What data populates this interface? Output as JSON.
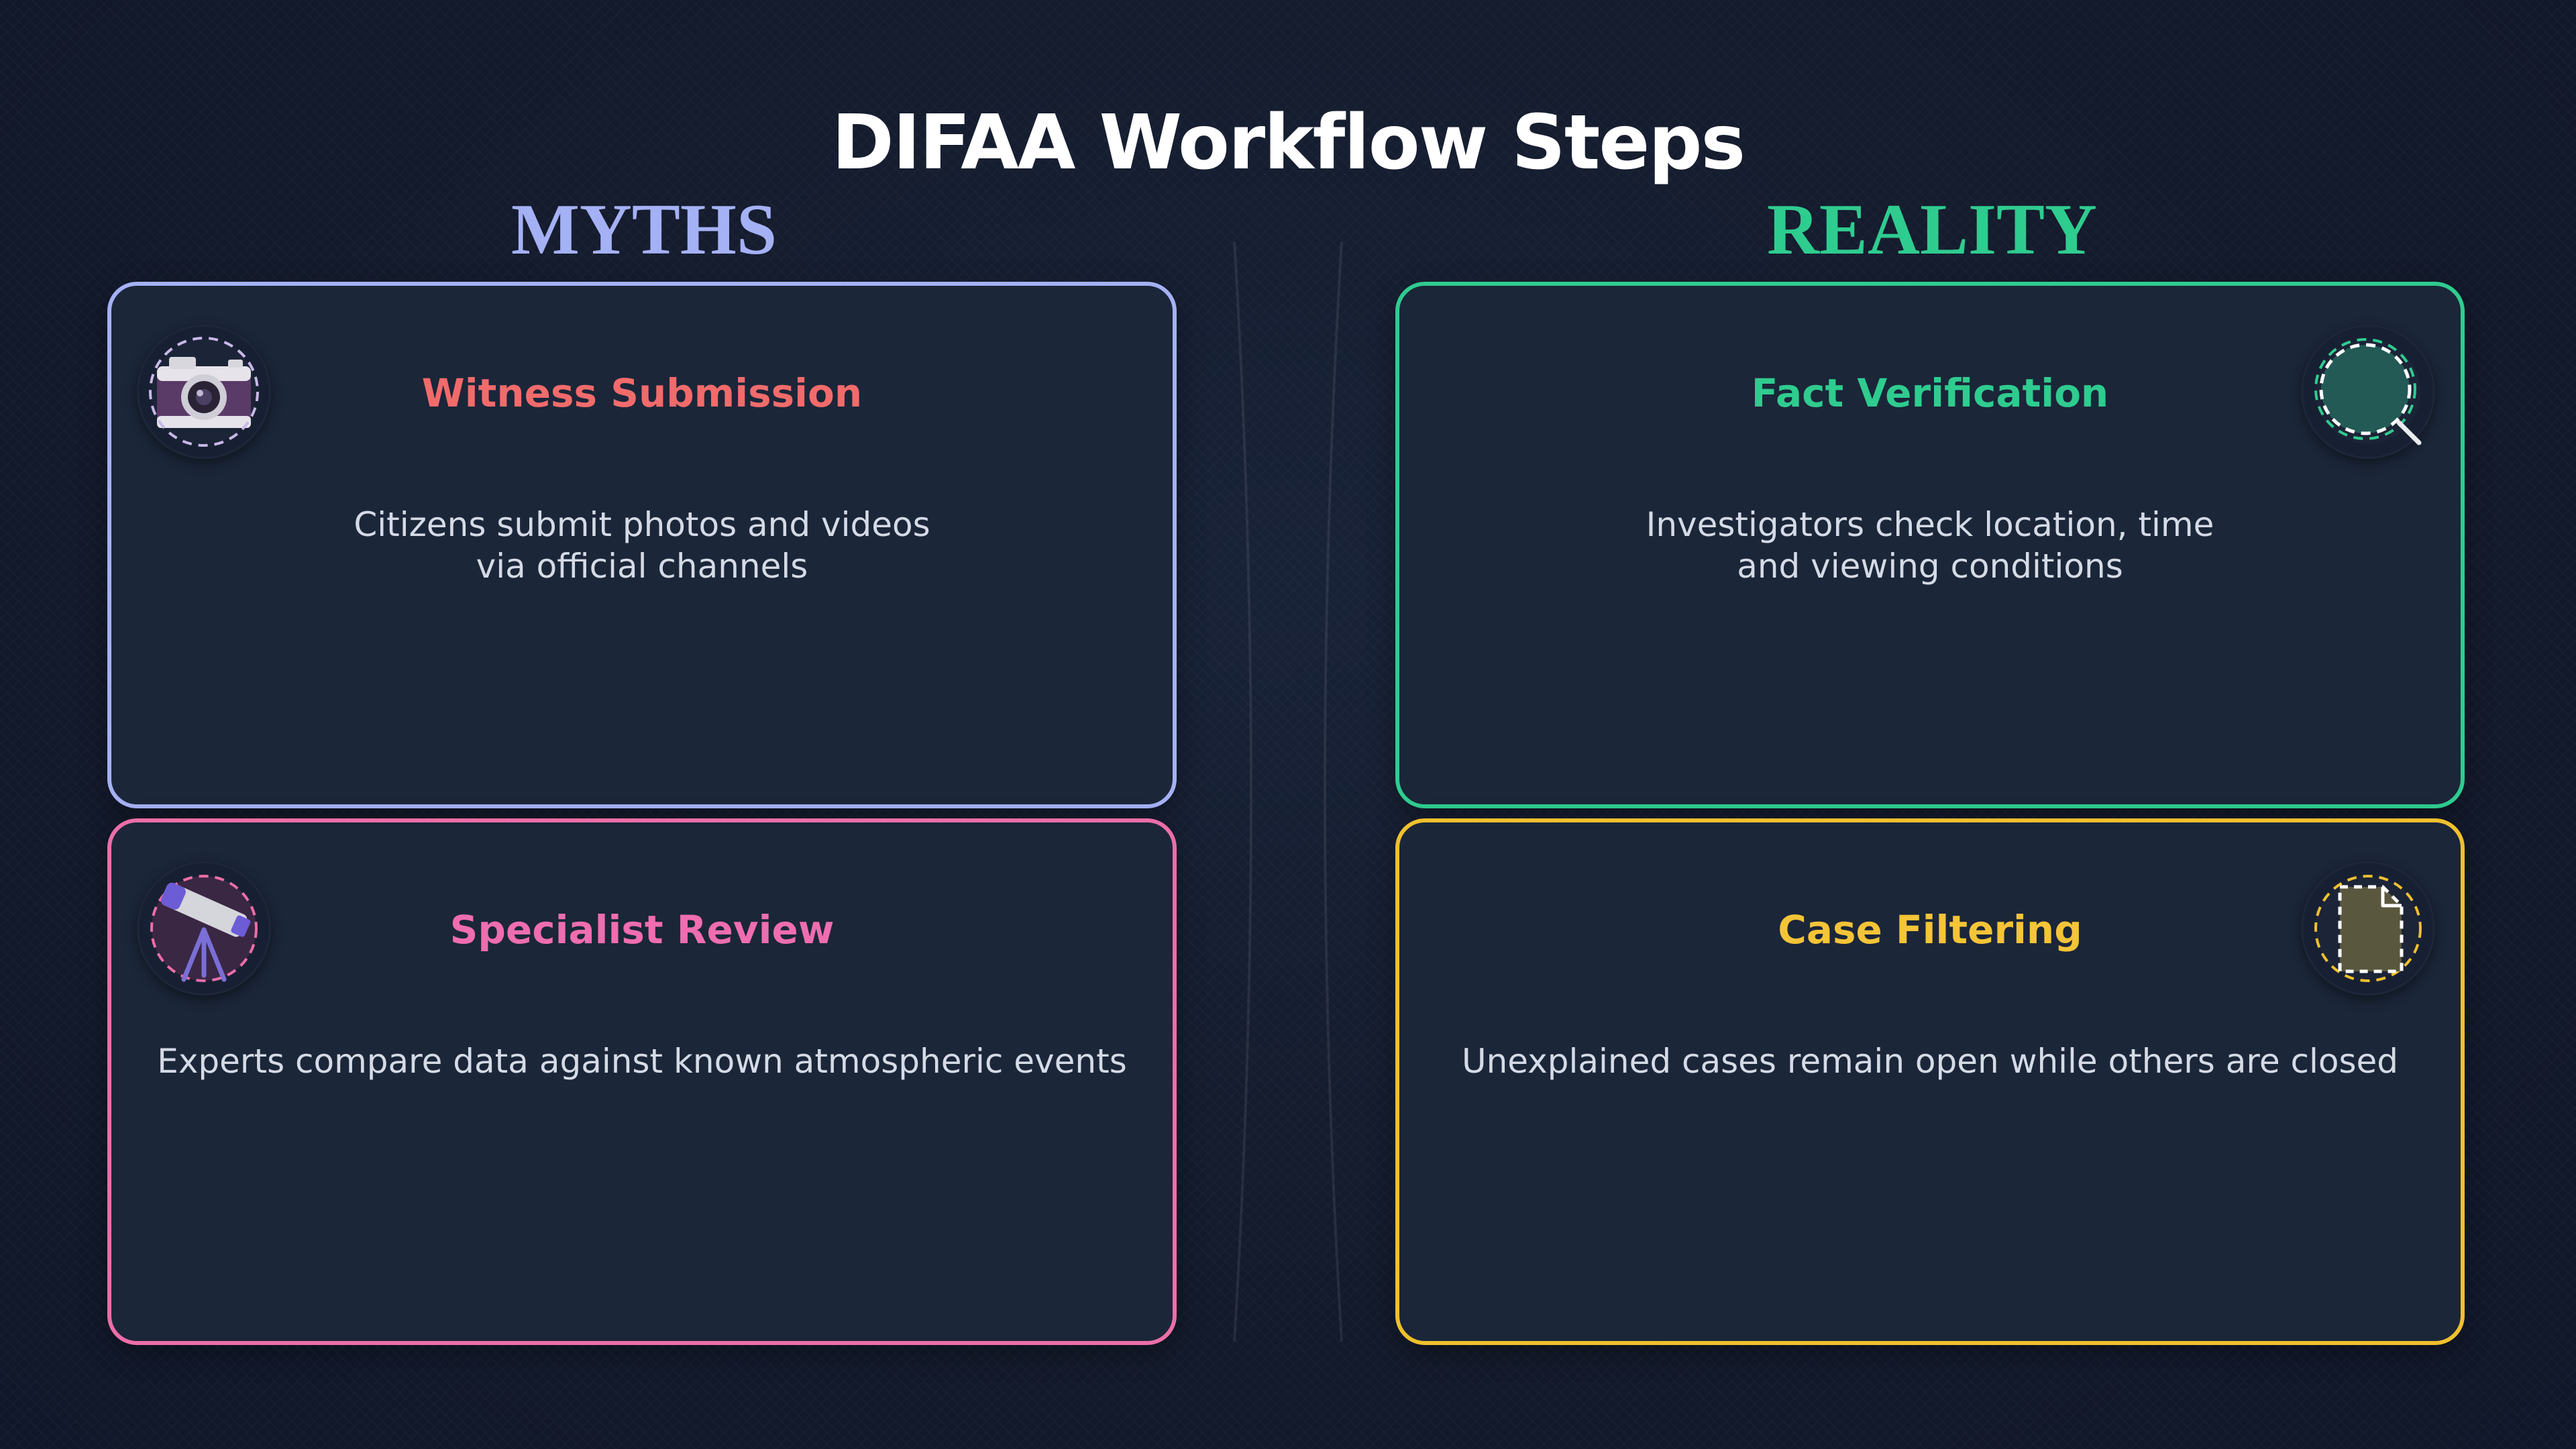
{
  "page": {
    "title": "DIFAA Workflow Steps"
  },
  "columns": {
    "left_heading": "MYTHS",
    "right_heading": "REALITY"
  },
  "cards": [
    {
      "title": "Witness Submission",
      "text_lines": [
        "Citizens submit photos and videos",
        "via official channels"
      ],
      "icon": "camera-icon",
      "accent": "#a5b1f5",
      "title_color": "#f26b6b"
    },
    {
      "title": "Fact Verification",
      "text_lines": [
        "Investigators check location, time",
        "and viewing conditions"
      ],
      "icon": "magnifier-icon",
      "accent": "#2fcc8f",
      "title_color": "#2fcc8f"
    },
    {
      "title": "Specialist Review",
      "text_lines": [
        "Experts compare data against known atmospheric events"
      ],
      "icon": "telescope-icon",
      "accent": "#ec6ea8",
      "title_color": "#ef6db0"
    },
    {
      "title": "Case Filtering",
      "text_lines": [
        "Unexplained cases remain open while others are closed"
      ],
      "icon": "document-icon",
      "accent": "#f0c02d",
      "title_color": "#f5c437"
    }
  ]
}
